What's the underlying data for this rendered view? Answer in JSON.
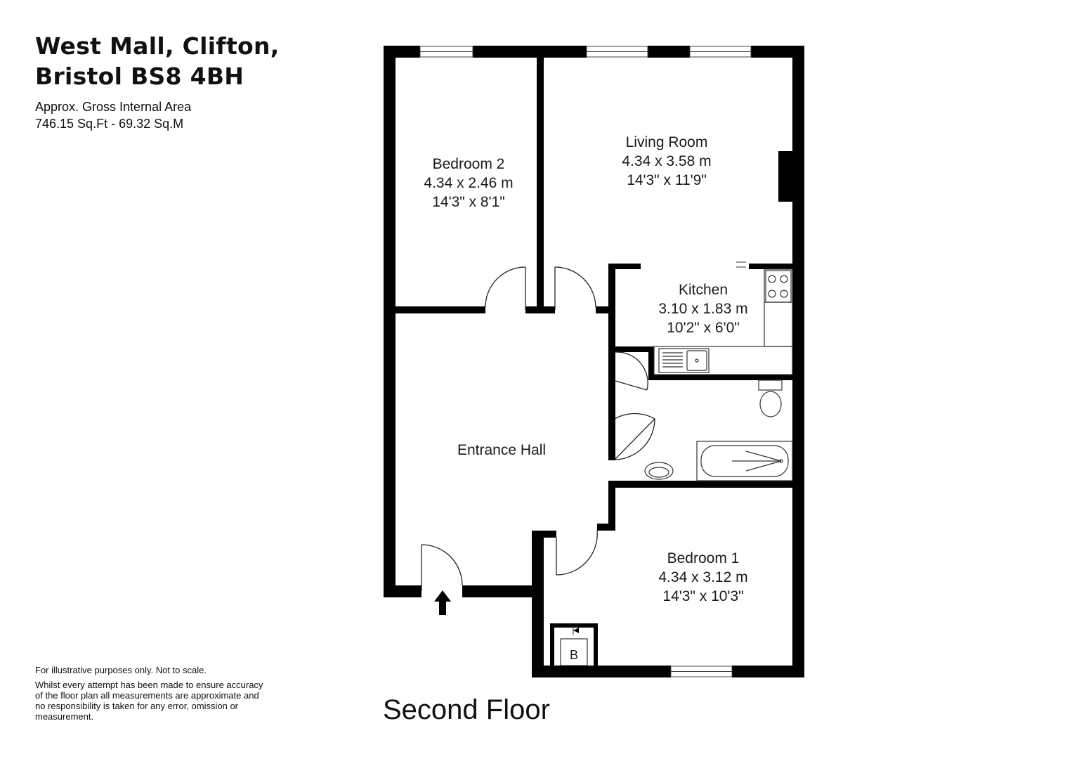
{
  "header": {
    "title_line1": "West Mall, Clifton,",
    "title_line2": "Bristol BS8 4BH",
    "area_label": "Approx. Gross Internal Area",
    "area_value": "746.15 Sq.Ft - 69.32 Sq.M"
  },
  "rooms": {
    "bedroom2": {
      "name": "Bedroom 2",
      "metric": "4.34 x 2.46 m",
      "imperial": "14'3\" x 8'1\""
    },
    "living": {
      "name": "Living Room",
      "metric": "4.34 x 3.58 m",
      "imperial": "14'3\" x 11'9\""
    },
    "kitchen": {
      "name": "Kitchen",
      "metric": "3.10 x 1.83 m",
      "imperial": "10'2\" x 6'0\""
    },
    "hall": {
      "name": "Entrance Hall"
    },
    "bedroom1": {
      "name": "Bedroom 1",
      "metric": "4.34 x 3.12 m",
      "imperial": "14'3\" x 10'3\""
    },
    "boiler_label": "B"
  },
  "floor_label": "Second Floor",
  "disclaimer": {
    "line1": "For illustrative purposes only. Not to scale.",
    "line2": "Whilst every attempt has been made to ensure accuracy of the floor plan all measurements are approximate and no responsibility is taken for any error, omission or measurement."
  },
  "colors": {
    "wall": "#000000",
    "fixture_stroke": "#333333",
    "background": "#ffffff"
  }
}
